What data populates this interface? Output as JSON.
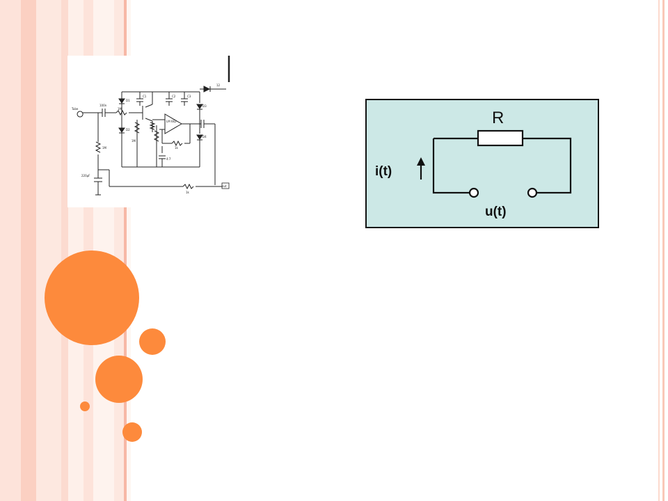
{
  "theme": {
    "accent": "#fd8a3c",
    "stripe_light": "#fde3da",
    "stripe_mid": "#fbd0c2",
    "stripe_dark": "#f7b8a6",
    "panel_bg": "#cce8e6"
  },
  "decoration": {
    "circles": 5
  },
  "handwritten_schematic": {
    "labels": {
      "input": "Tube",
      "c_in": "100n",
      "r1": "1M",
      "d1": "D1",
      "d2": "D2",
      "c1": "C1",
      "c2": "C2",
      "c3": "C3",
      "d3": "D3",
      "d4": "D4",
      "opamp": "LM 662",
      "r_pot": "1M",
      "r_fb": "1k",
      "c_fb": "4.7",
      "r_bias": "1M",
      "c_big": "220μF",
      "r_out": "1k",
      "supply": "12",
      "output": "out"
    }
  },
  "circuit_diagram": {
    "resistor_label": "R",
    "current_label": "i(t)",
    "voltage_label": "u(t)"
  }
}
